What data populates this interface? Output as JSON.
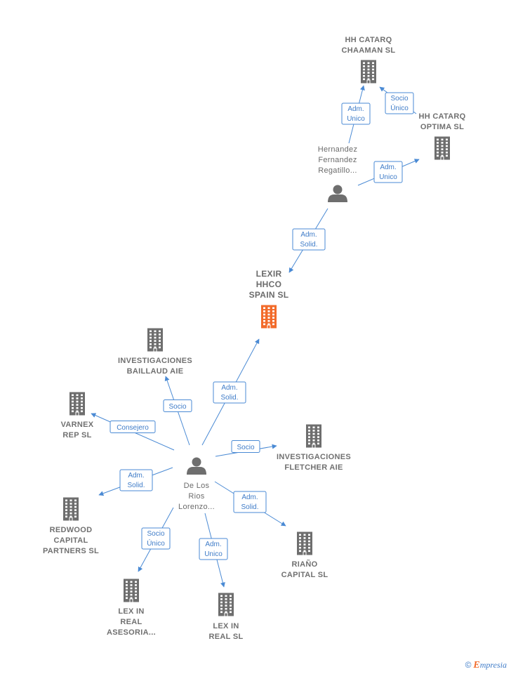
{
  "colors": {
    "edge": "#4a8ad4",
    "building": "#6e6e6e",
    "building_focus": "#f26b2b",
    "person": "#6e6e6e",
    "label": "#6b6b6b"
  },
  "nodes": [
    {
      "id": "lexir",
      "type": "company",
      "focus": true,
      "label": [
        "LEXIR",
        "HHCO",
        "SPAIN  SL"
      ],
      "icon": "building-icon"
    },
    {
      "id": "hh_chaaman",
      "type": "company",
      "label": [
        "HH CATARQ",
        "CHAAMAN  SL"
      ],
      "icon": "building-icon"
    },
    {
      "id": "hh_optima",
      "type": "company",
      "label": [
        "HH CATARQ",
        "OPTIMA  SL"
      ],
      "icon": "building-icon"
    },
    {
      "id": "hernandez",
      "type": "person",
      "label": [
        "Hernandez",
        "Fernandez",
        "Regatillo..."
      ],
      "icon": "person-icon"
    },
    {
      "id": "delosrios",
      "type": "person",
      "label": [
        "De Los",
        "Rios",
        "Lorenzo..."
      ],
      "icon": "person-icon"
    },
    {
      "id": "inv_baillaud",
      "type": "company",
      "label": [
        "INVESTIGACIONES",
        "BAILLAUD AIE"
      ],
      "icon": "building-icon"
    },
    {
      "id": "varnex",
      "type": "company",
      "label": [
        "VARNEX",
        "REP  SL"
      ],
      "icon": "building-icon"
    },
    {
      "id": "inv_fletcher",
      "type": "company",
      "label": [
        "INVESTIGACIONES",
        "FLETCHER AIE"
      ],
      "icon": "building-icon"
    },
    {
      "id": "redwood",
      "type": "company",
      "label": [
        "REDWOOD",
        "CAPITAL",
        "PARTNERS  SL"
      ],
      "icon": "building-icon"
    },
    {
      "id": "riano",
      "type": "company",
      "label": [
        "RIAÑO",
        "CAPITAL  SL"
      ],
      "icon": "building-icon"
    },
    {
      "id": "lexin_asesoria",
      "type": "company",
      "label": [
        "LEX IN",
        "REAL",
        "ASESORIA..."
      ],
      "icon": "building-icon"
    },
    {
      "id": "lexin_real",
      "type": "company",
      "label": [
        "LEX IN",
        "REAL SL"
      ],
      "icon": "building-icon"
    }
  ],
  "edges": [
    {
      "id": "e_hern_chaaman",
      "from": "hernandez",
      "to": "hh_chaaman",
      "label": [
        "Adm.",
        "Unico"
      ]
    },
    {
      "id": "e_optima_chaaman",
      "from": "hh_optima",
      "to": "hh_chaaman",
      "label": [
        "Socio",
        "Único"
      ]
    },
    {
      "id": "e_hern_optima",
      "from": "hernandez",
      "to": "hh_optima",
      "label": [
        "Adm.",
        "Unico"
      ]
    },
    {
      "id": "e_hern_lexir",
      "from": "hernandez",
      "to": "lexir",
      "label": [
        "Adm.",
        "Solid."
      ]
    },
    {
      "id": "e_rios_lexir",
      "from": "delosrios",
      "to": "lexir",
      "label": [
        "Adm.",
        "Solid."
      ]
    },
    {
      "id": "e_rios_baillaud",
      "from": "delosrios",
      "to": "inv_baillaud",
      "label": [
        "Socio"
      ]
    },
    {
      "id": "e_rios_varnex",
      "from": "delosrios",
      "to": "varnex",
      "label": [
        "Consejero"
      ]
    },
    {
      "id": "e_rios_fletcher",
      "from": "delosrios",
      "to": "inv_fletcher",
      "label": [
        "Socio"
      ]
    },
    {
      "id": "e_rios_redwood",
      "from": "delosrios",
      "to": "redwood",
      "label": [
        "Adm.",
        "Solid."
      ]
    },
    {
      "id": "e_rios_riano",
      "from": "delosrios",
      "to": "riano",
      "label": [
        "Adm.",
        "Solid."
      ]
    },
    {
      "id": "e_rios_asesoria",
      "from": "delosrios",
      "to": "lexin_asesoria",
      "label": [
        "Socio",
        "Único"
      ]
    },
    {
      "id": "e_rios_lexinreal",
      "from": "delosrios",
      "to": "lexin_real",
      "label": [
        "Adm.",
        "Unico"
      ]
    }
  ],
  "footer": {
    "copyright": "©",
    "brand_initial": "E",
    "brand_rest": "mpresia"
  }
}
